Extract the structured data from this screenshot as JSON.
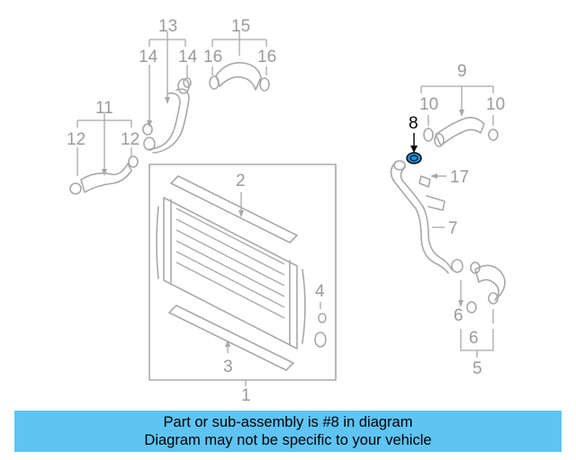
{
  "callouts": {
    "c1": "1",
    "c2": "2",
    "c3": "3",
    "c4": "4",
    "c5": "5",
    "c6a": "6",
    "c6b": "6",
    "c7": "7",
    "c8": "8",
    "c9": "9",
    "c10a": "10",
    "c10b": "10",
    "c11": "11",
    "c12a": "12",
    "c12b": "12",
    "c13": "13",
    "c14a": "14",
    "c14b": "14",
    "c15": "15",
    "c16a": "16",
    "c16b": "16",
    "c17": "17"
  },
  "highlight_part": "8",
  "colors": {
    "banner": "#5ec4f3",
    "highlight": "#1a8fd6",
    "line": "#a8a8a8"
  },
  "banner": {
    "line1": "Part or sub-assembly is #8 in diagram",
    "line2": "Diagram may not be specific to your vehicle"
  }
}
